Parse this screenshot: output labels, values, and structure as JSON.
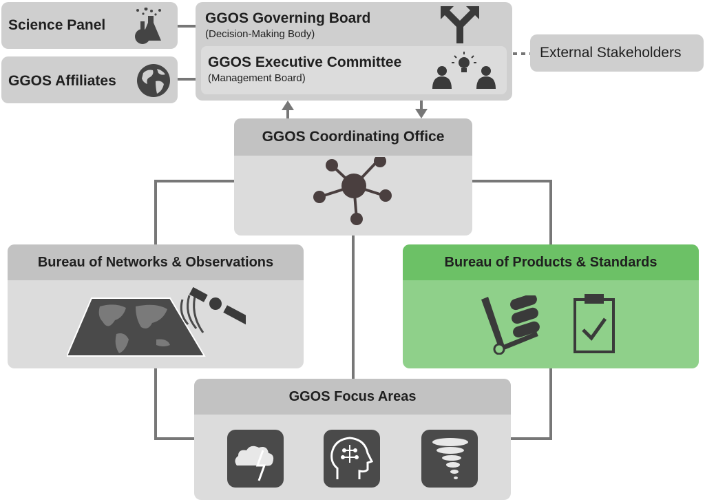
{
  "science_panel": {
    "label": "Science Panel",
    "icon": "flask-icon"
  },
  "affiliates": {
    "label": "GGOS Affiliates",
    "icon": "globe-icon"
  },
  "governing_board": {
    "title": "GGOS Governing Board",
    "subtitle": "(Decision-Making Body)",
    "icon": "fork-arrows-icon"
  },
  "executive_committee": {
    "title": "GGOS Executive Committee",
    "subtitle": "(Management Board)",
    "icon": "team-idea-icon"
  },
  "external_stakeholders": {
    "label": "External Stakeholders"
  },
  "coordinating_office": {
    "title": "GGOS Coordinating Office",
    "icon": "network-hub-icon"
  },
  "bureau_networks": {
    "title": "Bureau of Networks & Observations",
    "icon": "satellite-map-icon"
  },
  "bureau_products": {
    "title": "Bureau of Products & Standards",
    "icons": [
      "hand-truck-icon",
      "clipboard-check-icon"
    ]
  },
  "focus_areas": {
    "title": "GGOS Focus Areas",
    "icons": [
      "storm-cloud-icon",
      "brain-head-icon",
      "tornado-icon"
    ]
  },
  "colors": {
    "box_gray": "#cfcfcf",
    "header_gray": "#c2c2c2",
    "green_box": "#8fd08a",
    "green_header": "#6cc166",
    "icon_dark": "#4a3f3f"
  }
}
